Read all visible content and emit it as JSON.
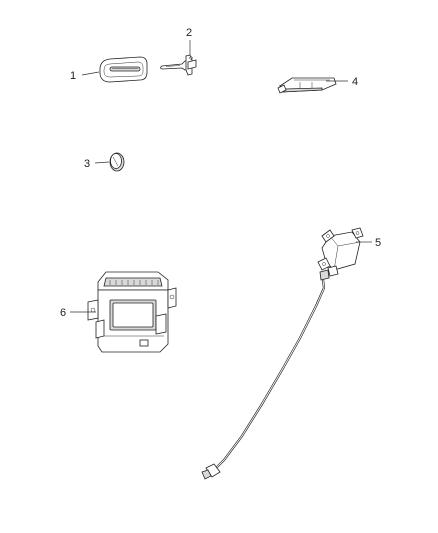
{
  "callouts": [
    {
      "id": "1",
      "label": "1"
    },
    {
      "id": "2",
      "label": "2"
    },
    {
      "id": "3",
      "label": "3"
    },
    {
      "id": "4",
      "label": "4"
    },
    {
      "id": "5",
      "label": "5"
    },
    {
      "id": "6",
      "label": "6"
    }
  ],
  "parts": [
    {
      "callout": "1",
      "icon": "key-fob-icon"
    },
    {
      "callout": "2",
      "icon": "emergency-key-blade-icon"
    },
    {
      "callout": "3",
      "icon": "coin-battery-icon"
    },
    {
      "callout": "4",
      "icon": "antenna-module-icon"
    },
    {
      "callout": "5",
      "icon": "receiver-module-with-cable-icon"
    },
    {
      "callout": "6",
      "icon": "control-module-icon"
    }
  ]
}
